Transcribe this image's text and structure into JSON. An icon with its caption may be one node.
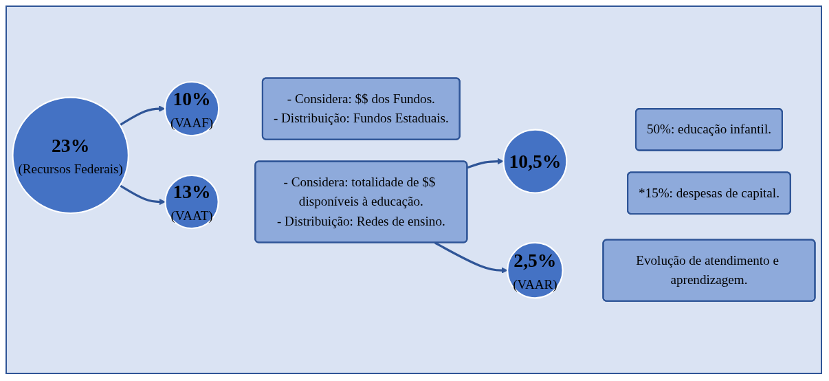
{
  "diagram": {
    "nodes": [
      {
        "text": [
          "23%",
          "(Recursos Federais)"
        ]
      },
      {
        "text": [
          "10%",
          "(VAAF)"
        ]
      },
      {
        "text": [
          "- Considera: $$ dos Fundos.",
          "- Distribuição: Fundos Estaduais."
        ]
      },
      {
        "text": [
          "13%",
          "(VAAT)"
        ]
      },
      {
        "text": [
          "- Considera: totalidade de $$ disponíveis à educação.",
          "- Distribuição: Redes de ensino."
        ]
      },
      {
        "text": [
          "10,5%"
        ]
      },
      {
        "text": [
          "50%: educação infantil."
        ]
      },
      {
        "text": [
          "*15%: despesas de capital."
        ]
      },
      {
        "text": [
          "2,5%",
          "(VAAR)"
        ]
      },
      {
        "text": [
          "Evolução de atendimento e aprendizagem."
        ]
      }
    ],
    "edges": [
      {
        "from": 0,
        "to": 1,
        "arrow": "to"
      },
      {
        "from": 0,
        "to": 3,
        "arrow": "to"
      },
      {
        "from": 4,
        "to": 5,
        "arrow": "to"
      },
      {
        "from": 4,
        "to": 8,
        "arrow": "to"
      }
    ]
  }
}
